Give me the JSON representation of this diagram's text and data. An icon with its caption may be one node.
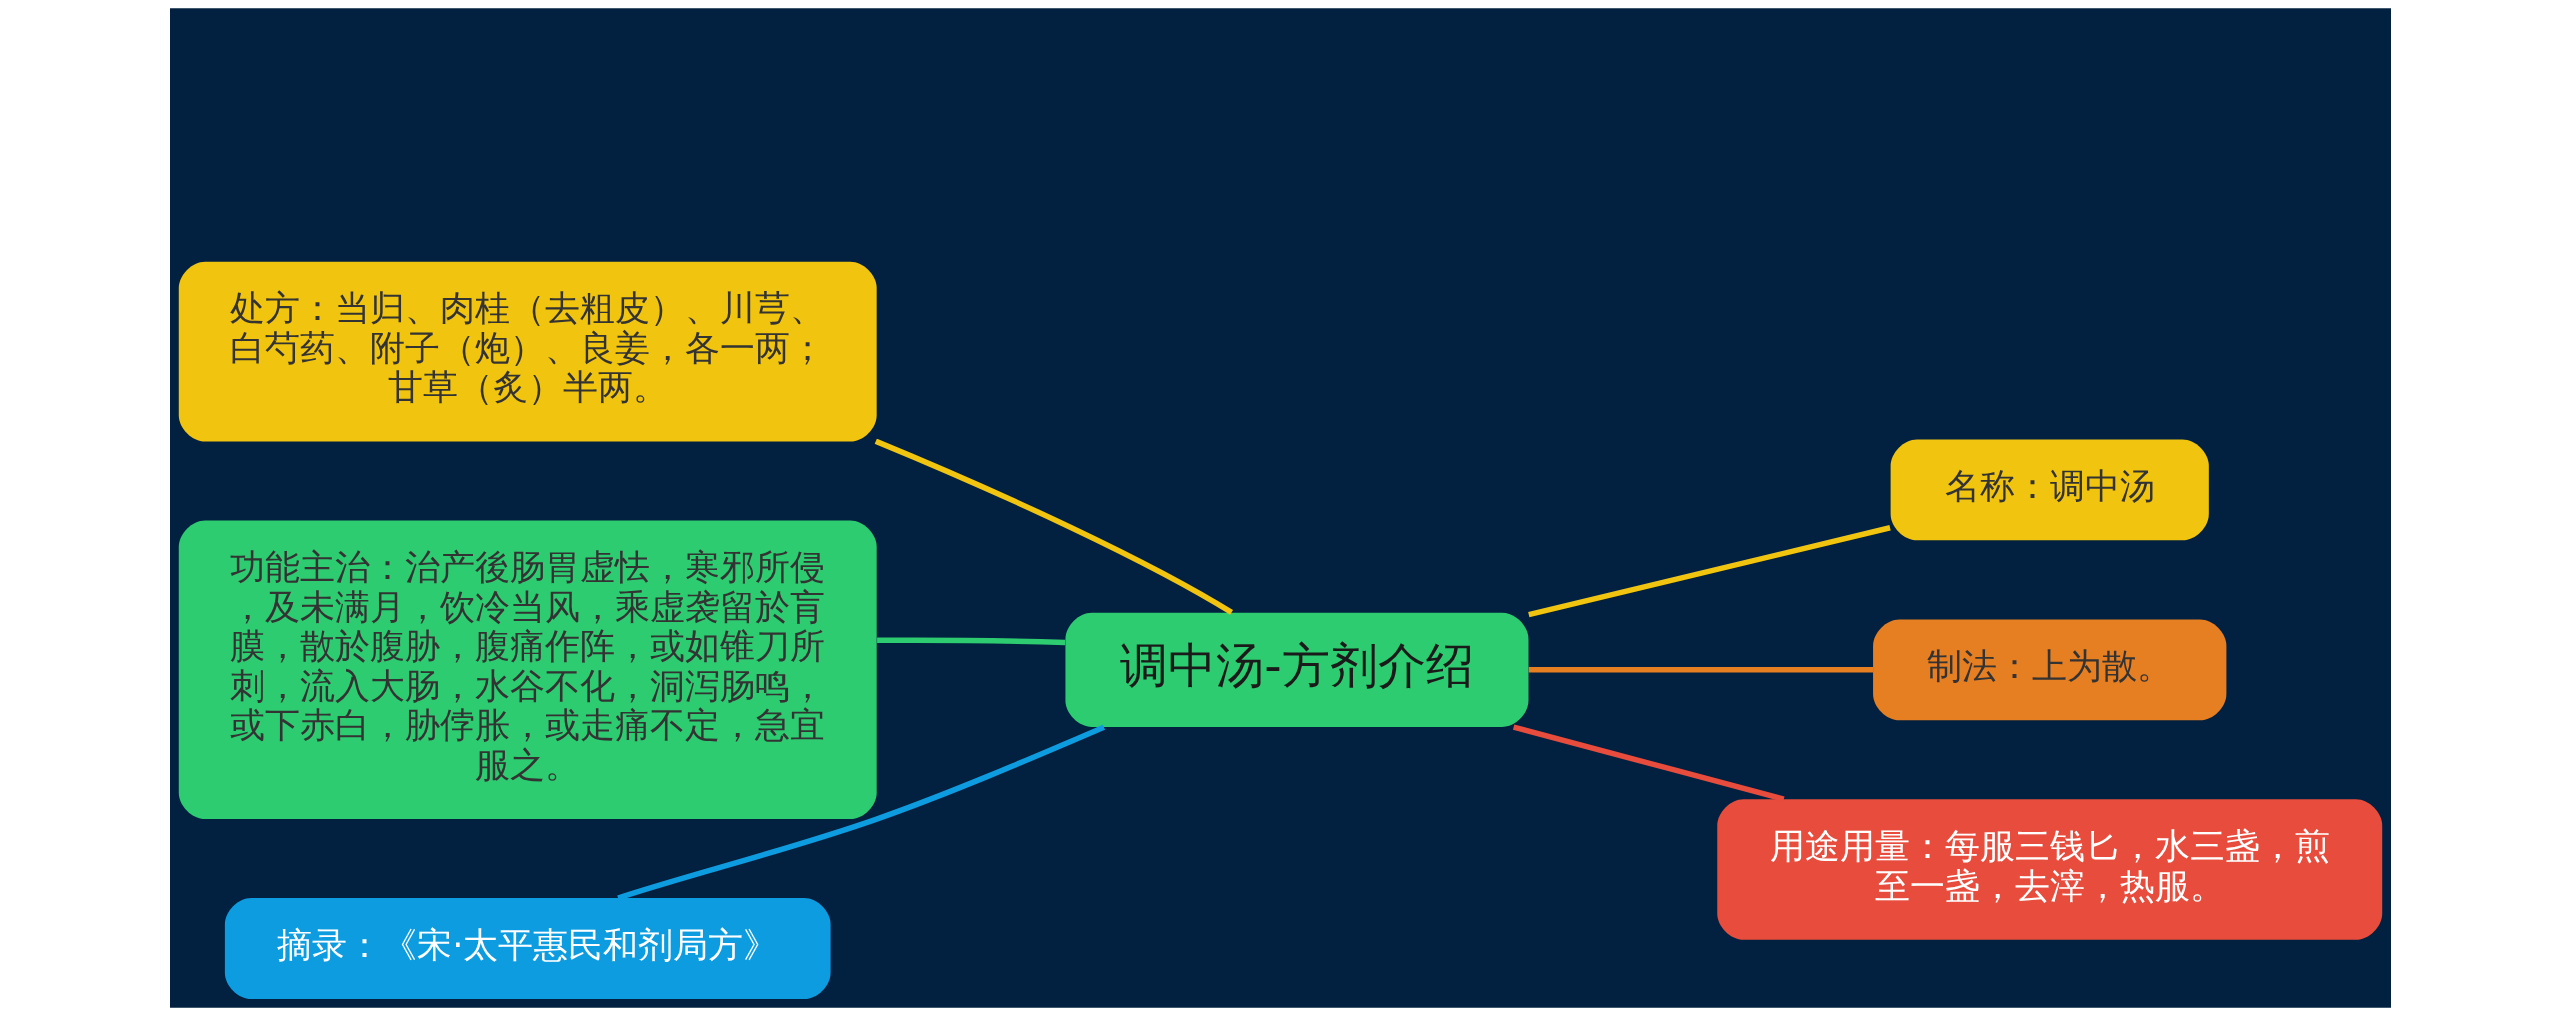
{
  "diagram": {
    "nodes": [
      {
        "text": [
          "调中汤-方剂介绍"
        ]
      },
      {
        "text": [
          "名称：调中汤"
        ]
      },
      {
        "text": [
          "制法：上为散。"
        ]
      },
      {
        "text": [
          "用途用量：每服三钱匕，水三盏，煎至一盏，去滓，热服。"
        ]
      },
      {
        "text": [
          "处方：当归、肉桂（去粗皮）、川芎、白芍药、附子（炮）、良姜，各一两；甘草（炙）半两。"
        ]
      },
      {
        "text": [
          "功能主治：治产後肠胃虚怯，寒邪所侵，及未满月，饮冷当风，乘虚袭留於肓膜，散於腹胁，腹痛作阵，或如锥刀所刺，流入大肠，水谷不化，洞泻肠鸣，或下赤白，胁侼胀，或走痛不定，急宜服之。"
        ]
      },
      {
        "text": [
          "摘录：《宋·太平惠民和剂局方》"
        ]
      }
    ],
    "edges": [
      {
        "from": 0,
        "to": 1,
        "arrow": "none"
      },
      {
        "from": 0,
        "to": 2,
        "arrow": "none",
        "color": "#e67e22"
      },
      {
        "from": 0,
        "to": 3,
        "arrow": "none",
        "color": "#e74c3c"
      },
      {
        "from": 0,
        "to": 4,
        "arrow": "none"
      },
      {
        "from": 0,
        "to": 5,
        "arrow": "none",
        "color": "#2ecc71"
      },
      {
        "from": 0,
        "to": 6,
        "arrow": "none",
        "color": "#0e9ce0"
      }
    ]
  }
}
